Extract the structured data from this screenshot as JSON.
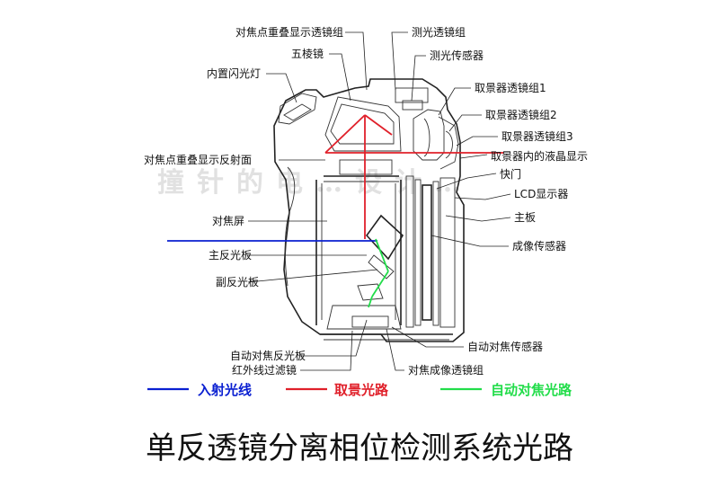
{
  "colors": {
    "incident": "#0a1fd1",
    "viewfinder": "#e0202a",
    "autofocus": "#22dd4a",
    "ink": "#111111"
  },
  "labels": {
    "focus_overlay_lens_group": "对焦点重叠显示透镜组",
    "pentaprism": "五棱镜",
    "built_in_flash": "内置闪光灯",
    "metering_lens_group": "测光透镜组",
    "metering_sensor": "测光传感器",
    "viewfinder_lens_1": "取景器透镜组1",
    "viewfinder_lens_2": "取景器透镜组2",
    "viewfinder_lens_3": "取景器透镜组3",
    "viewfinder_lcd": "取景器内的液晶显示",
    "focus_overlay_reflector": "对焦点重叠显示反射面",
    "shutter": "快门",
    "lcd_display": "LCD显示器",
    "focusing_screen": "对焦屏",
    "main_board": "主板",
    "image_sensor": "成像传感器",
    "main_mirror": "主反光板",
    "sub_mirror": "副反光板",
    "af_reflector": "自动对焦反光板",
    "af_sensor": "自动对焦传感器",
    "ir_filter": "红外线过滤镜",
    "af_imaging_lens": "对焦成像透镜组"
  },
  "legend": {
    "incident": "入射光线",
    "viewfinder": "取景光路",
    "autofocus": "自动对焦光路"
  },
  "watermark": "撞针的电…设计…",
  "title": "单反透镜分离相位检测系统光路"
}
